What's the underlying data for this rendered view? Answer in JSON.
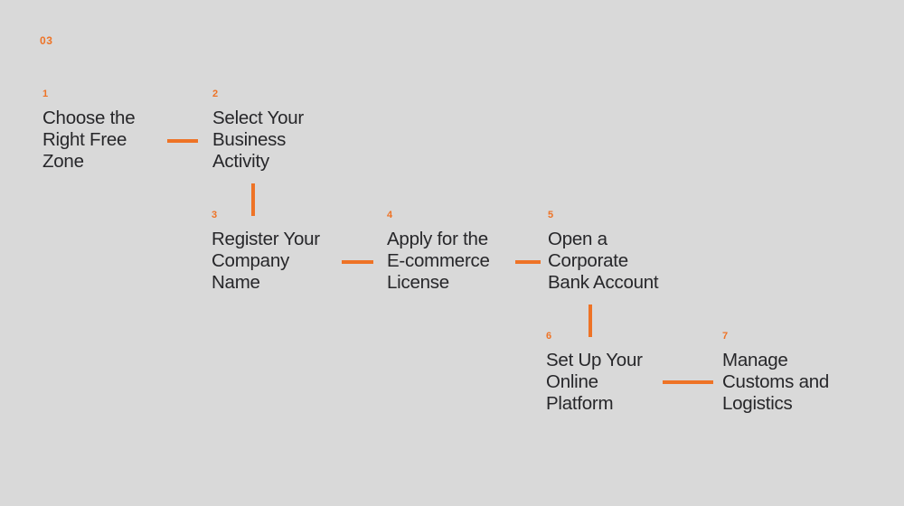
{
  "section": {
    "index_label": "03"
  },
  "theme": {
    "background": "#d9d9d9",
    "accent": "#ee7326",
    "text": "#27272a"
  },
  "steps": [
    {
      "number": "1",
      "title": "Choose the\nRight Free\nZone"
    },
    {
      "number": "2",
      "title": "Select Your\nBusiness\nActivity"
    },
    {
      "number": "3",
      "title": "Register Your\nCompany\nName"
    },
    {
      "number": "4",
      "title": "Apply for the\nE-commerce\nLicense"
    },
    {
      "number": "5",
      "title": "Open a\nCorporate\nBank Account"
    },
    {
      "number": "6",
      "title": "Set Up Your\nOnline\nPlatform"
    },
    {
      "number": "7",
      "title": "Manage\nCustoms and\nLogistics"
    }
  ],
  "connectors": [
    {
      "id": "1-2",
      "orientation": "horizontal",
      "from": "1",
      "to": "2"
    },
    {
      "id": "2-3",
      "orientation": "vertical",
      "from": "2",
      "to": "3"
    },
    {
      "id": "3-4",
      "orientation": "horizontal",
      "from": "3",
      "to": "4"
    },
    {
      "id": "4-5",
      "orientation": "horizontal",
      "from": "4",
      "to": "5"
    },
    {
      "id": "5-6",
      "orientation": "vertical",
      "from": "5",
      "to": "6"
    },
    {
      "id": "6-7",
      "orientation": "horizontal",
      "from": "6",
      "to": "7"
    }
  ]
}
